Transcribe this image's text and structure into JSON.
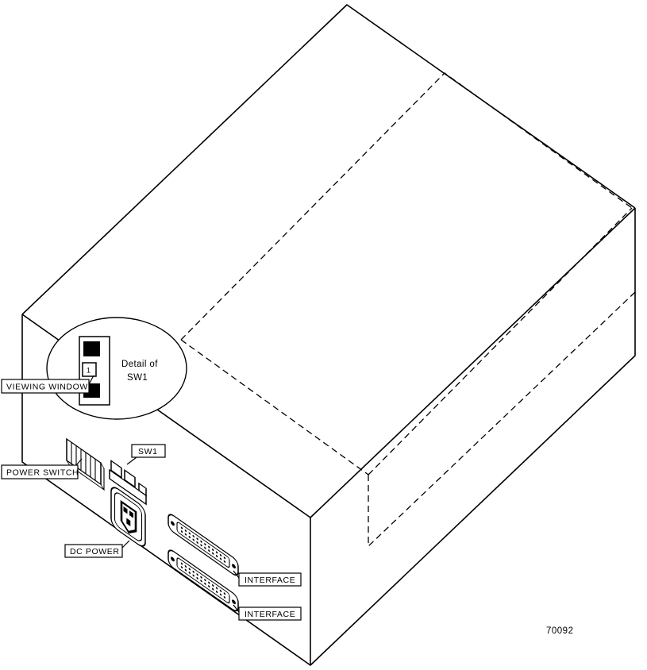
{
  "figure": {
    "number": "70092"
  },
  "detail_bubble": {
    "caption_line1": "Detail of",
    "caption_line2": "SW1",
    "window_digit": "1"
  },
  "labels": {
    "viewing_window": "VIEWING WINDOW",
    "power_switch": "POWER SWITCH",
    "sw1": "SW1",
    "dc_power": "DC POWER",
    "interface_top": "INTERFACE",
    "interface_bottom": "INTERFACE"
  }
}
